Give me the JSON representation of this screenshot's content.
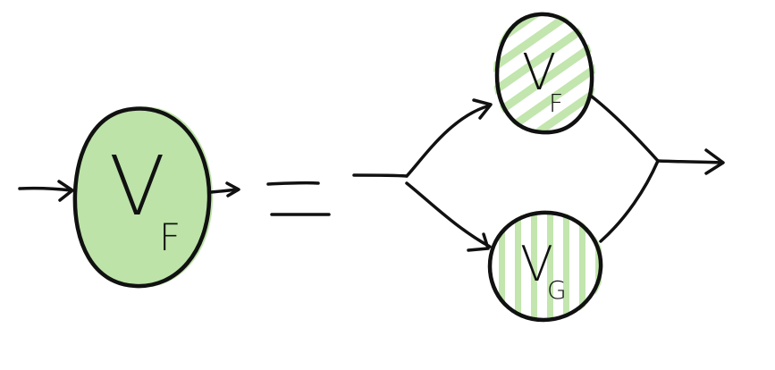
{
  "colors": {
    "fill_green": "#bde3a8",
    "stripe_green": "#c2e6ae",
    "ink": "#111111",
    "background": "#ffffff"
  },
  "nodes": {
    "left": {
      "main": "V",
      "sub": "F"
    },
    "top_right": {
      "main": "V",
      "sub": "F"
    },
    "bottom_right": {
      "main": "V",
      "sub": "G"
    }
  },
  "equals_sign": "="
}
